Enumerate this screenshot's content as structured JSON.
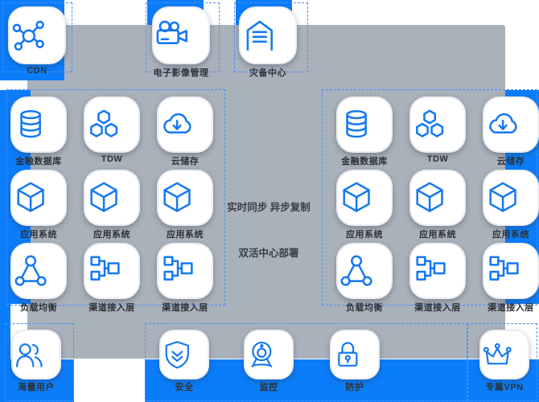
{
  "colors": {
    "edge_blue": "#0b7dfa",
    "zone_gray": "#a9b1bb",
    "icon_blue": "#1478f2",
    "label_text": "#2e3237",
    "dashed_border": "#4a90f8"
  },
  "top_row": {
    "items": [
      {
        "label": "CDN",
        "icon": "cdn-network-icon"
      },
      {
        "label": "电子影像管理",
        "icon": "video-camera-icon"
      },
      {
        "label": "灾备中心",
        "icon": "house-storage-icon"
      }
    ]
  },
  "left_group": {
    "items": [
      {
        "label": "金融数据库",
        "icon": "database-icon"
      },
      {
        "label": "TDW",
        "icon": "hexagon-cluster-icon"
      },
      {
        "label": "云储存",
        "icon": "cloud-download-icon"
      },
      {
        "label": "应用系统",
        "icon": "cube-icon"
      },
      {
        "label": "应用系统",
        "icon": "cube-icon"
      },
      {
        "label": "应用系统",
        "icon": "cube-icon"
      },
      {
        "label": "负载均衡",
        "icon": "load-balancer-icon"
      },
      {
        "label": "渠道接入层",
        "icon": "channel-tree-icon"
      },
      {
        "label": "渠道接入层",
        "icon": "channel-tree-icon"
      }
    ]
  },
  "right_group": {
    "items": [
      {
        "label": "金融数据库",
        "icon": "database-icon"
      },
      {
        "label": "TDW",
        "icon": "hexagon-cluster-icon"
      },
      {
        "label": "云储存",
        "icon": "cloud-download-icon"
      },
      {
        "label": "应用系统",
        "icon": "cube-icon"
      },
      {
        "label": "应用系统",
        "icon": "cube-icon"
      },
      {
        "label": "应用系统",
        "icon": "cube-icon"
      },
      {
        "label": "负载均衡",
        "icon": "load-balancer-icon"
      },
      {
        "label": "渠道接入层",
        "icon": "channel-tree-icon"
      },
      {
        "label": "渠道接入层",
        "icon": "channel-tree-icon"
      }
    ]
  },
  "center": {
    "sync_label": "实时同步 异步复制",
    "deploy_label": "双活中心部署"
  },
  "bottom_row": {
    "items": [
      {
        "label": "海量用户",
        "icon": "users-icon"
      },
      {
        "label": "安全",
        "icon": "shield-check-icon"
      },
      {
        "label": "监控",
        "icon": "webcam-icon"
      },
      {
        "label": "防护",
        "icon": "lock-icon"
      },
      {
        "label": "专属VPN",
        "icon": "crown-icon"
      }
    ]
  }
}
